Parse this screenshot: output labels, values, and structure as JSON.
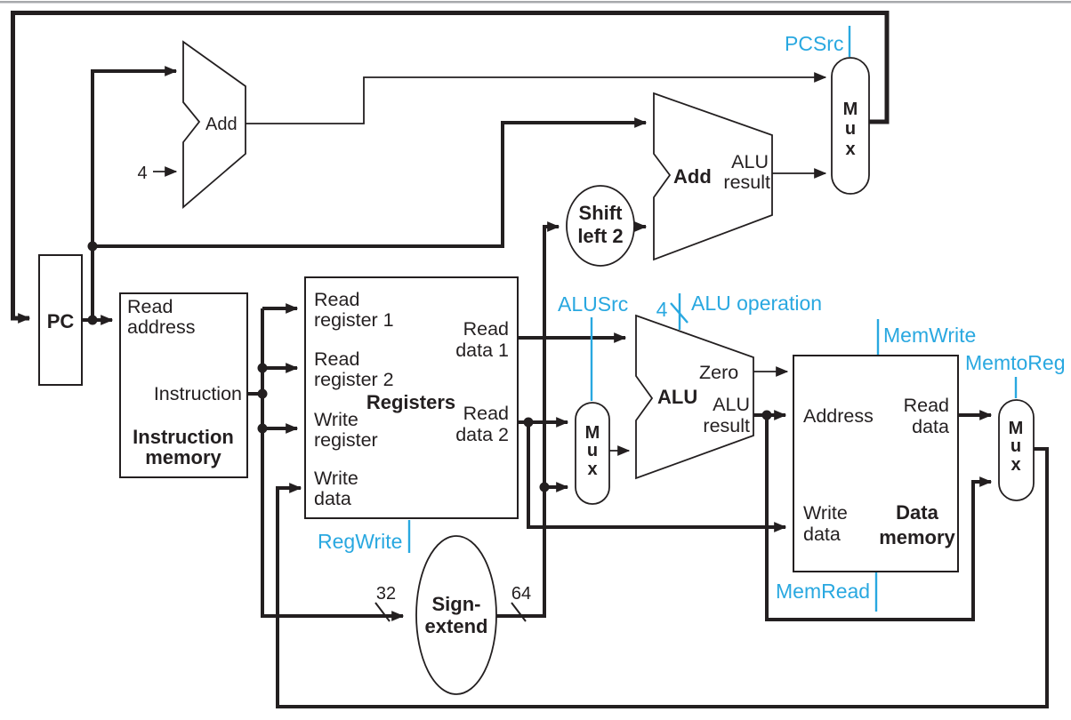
{
  "colors": {
    "line": "#231f20",
    "control": "#29a8e0",
    "canvas": "#ffffff",
    "top_rule": "#a7a9ac"
  },
  "control_signals": {
    "pcsrc": "PCSrc",
    "alusrc": "ALUSrc",
    "alu_operation": "ALU operation",
    "alu_operation_width": "4",
    "regwrite": "RegWrite",
    "memwrite": "MemWrite",
    "memread": "MemRead",
    "memtoreg": "MemtoReg"
  },
  "mux_label": {
    "m": "M",
    "u": "u",
    "x": "x"
  },
  "pc": {
    "name": "PC"
  },
  "pc_adder": {
    "name": "Add",
    "increment": "4"
  },
  "branch_adder": {
    "name": "Add",
    "result_line1": "ALU",
    "result_line2": "result"
  },
  "shift_left_2": {
    "name_line1": "Shift",
    "name_line2": "left 2"
  },
  "sign_extend": {
    "name_line1": "Sign-",
    "name_line2": "extend",
    "input_width": "32",
    "output_width": "64"
  },
  "instruction_memory": {
    "name_line1": "Instruction",
    "name_line2": "memory",
    "read_address_line1": "Read",
    "read_address_line2": "address",
    "instruction_out": "Instruction"
  },
  "registers": {
    "name": "Registers",
    "read_register_1_line1": "Read",
    "read_register_1_line2": "register 1",
    "read_register_2_line1": "Read",
    "read_register_2_line2": "register 2",
    "write_register_line1": "Write",
    "write_register_line2": "register",
    "write_data_line1": "Write",
    "write_data_line2": "data",
    "read_data_1_line1": "Read",
    "read_data_1_line2": "data 1",
    "read_data_2_line1": "Read",
    "read_data_2_line2": "data 2"
  },
  "alu": {
    "name": "ALU",
    "zero_out": "Zero",
    "result_line1": "ALU",
    "result_line2": "result"
  },
  "data_memory": {
    "name_line1": "Data",
    "name_line2": "memory",
    "address_in": "Address",
    "read_data_line1": "Read",
    "read_data_line2": "data",
    "write_data_line1": "Write",
    "write_data_line2": "data"
  }
}
